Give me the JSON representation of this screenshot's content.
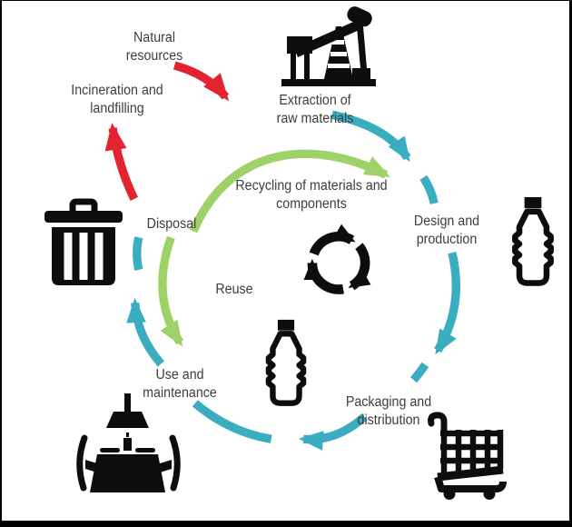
{
  "colors": {
    "red": "#e12430",
    "teal": "#3badc1",
    "green": "#9fd169",
    "icon_black": "#0d0d0d",
    "text": "#3d3d3d",
    "border": "#000000",
    "background": "#ffffff"
  },
  "stages": {
    "natural_resources": {
      "label": "Natural\nresources"
    },
    "extraction": {
      "label": "Extraction of\nraw materials",
      "icon": "oil-pump-jack-icon"
    },
    "design": {
      "label": "Design and\nproduction",
      "icon": "plastic-bottle-icon"
    },
    "packaging": {
      "label": "Packaging and\ndistribution",
      "icon": "shopping-cart-icon"
    },
    "use": {
      "label": "Use and\nmaintenance",
      "icon": "dining-table-icon"
    },
    "disposal": {
      "label": "Disposal",
      "icon": "trash-can-icon"
    },
    "incineration": {
      "label": "Incineration and\nlandfilling"
    }
  },
  "loops": {
    "recycling": {
      "label": "Recycling of materials and\ncomponents"
    },
    "reuse": {
      "label": "Reuse"
    }
  },
  "center_icon": "recycling-symbol-icon"
}
